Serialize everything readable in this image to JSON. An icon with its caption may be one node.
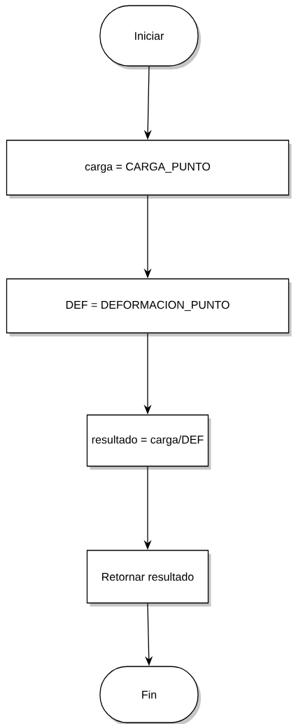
{
  "diagram": {
    "nodes": [
      {
        "text": [
          "Iniciar"
        ]
      },
      {
        "text": [
          "carga = CARGA_PUNTO"
        ]
      },
      {
        "text": [
          "DEF = DEFORMACION_PUNTO"
        ]
      },
      {
        "text": [
          "resultado = carga/DEF"
        ]
      },
      {
        "text": [
          "Retornar resultado"
        ]
      },
      {
        "text": [
          "Fin"
        ]
      }
    ],
    "edges": [
      {
        "from": 0,
        "to": 1,
        "arrow": "to"
      },
      {
        "from": 1,
        "to": 2,
        "arrow": "to"
      },
      {
        "from": 2,
        "to": 3,
        "arrow": "to"
      },
      {
        "from": 3,
        "to": 4,
        "arrow": "to"
      },
      {
        "from": 4,
        "to": 5,
        "arrow": "to"
      }
    ]
  }
}
